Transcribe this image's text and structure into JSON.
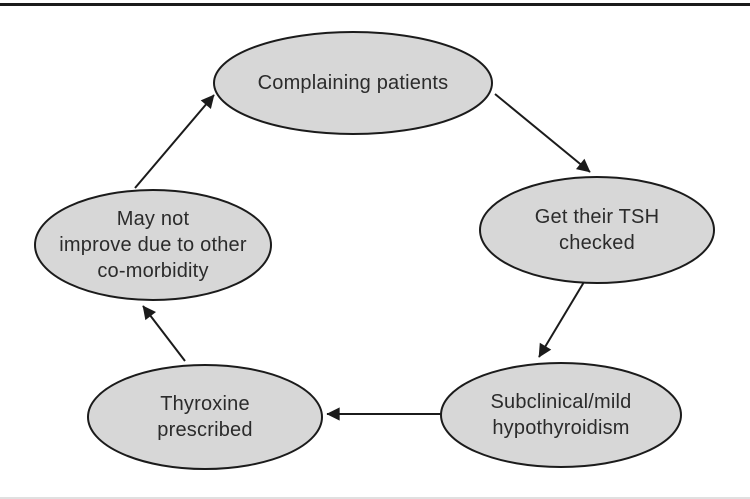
{
  "diagram": {
    "type": "cycle",
    "nodes": [
      {
        "id": "complaining-patients",
        "label": "Complaining patients"
      },
      {
        "id": "get-tsh-checked",
        "label": "Get their TSH\nchecked"
      },
      {
        "id": "subclinical-hypothyroidism",
        "label": "Subclinical/mild\nhypothyroidism"
      },
      {
        "id": "thyroxine-prescribed",
        "label": "Thyroxine\nprescribed"
      },
      {
        "id": "may-not-improve",
        "label": "May not\nimprove due to other\nco-morbidity"
      }
    ],
    "edges": [
      {
        "from": "complaining-patients",
        "to": "get-tsh-checked"
      },
      {
        "from": "get-tsh-checked",
        "to": "subclinical-hypothyroidism"
      },
      {
        "from": "subclinical-hypothyroidism",
        "to": "thyroxine-prescribed"
      },
      {
        "from": "thyroxine-prescribed",
        "to": "may-not-improve"
      },
      {
        "from": "may-not-improve",
        "to": "complaining-patients"
      }
    ],
    "colors": {
      "background": "#ffffff",
      "node_fill": "#d7d7d7",
      "node_stroke": "#1b1b1b",
      "arrow": "#1b1b1b",
      "text": "#2b2b2b",
      "top_rule": "#1b1b1b",
      "bottom_rule": "#e0e0e0"
    }
  }
}
